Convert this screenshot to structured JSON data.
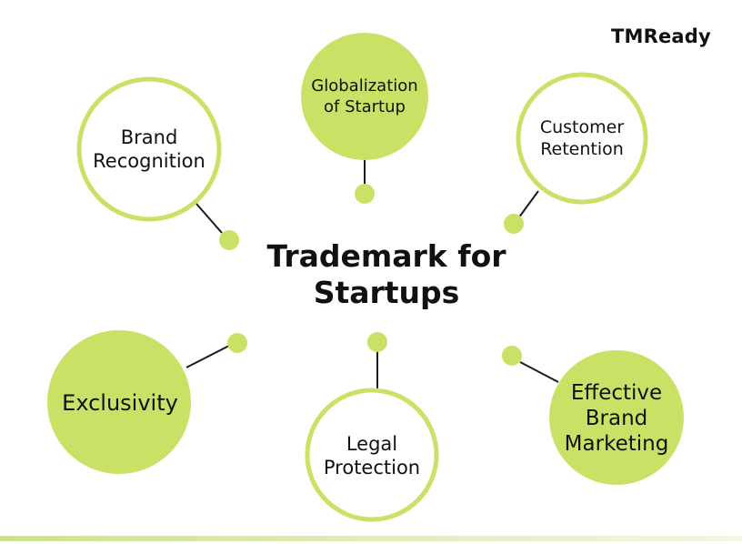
{
  "brand": "TMReady",
  "center": {
    "title_line1": "Trademark for",
    "title_line2": "Startups"
  },
  "colors": {
    "accent": "#c9e265",
    "outline": "#c9e265",
    "connector": "#1a1a1a",
    "text": "#111111"
  },
  "nodes": [
    {
      "id": "brand-recognition",
      "line1": "Brand",
      "line2": "Recognition",
      "style": "outline"
    },
    {
      "id": "globalization",
      "line1": "Globalization",
      "line2": "of Startup",
      "style": "filled"
    },
    {
      "id": "customer-retention",
      "line1": "Customer",
      "line2": "Retention",
      "style": "outline"
    },
    {
      "id": "exclusivity",
      "line1": "Exclusivity",
      "line2": "",
      "style": "filled"
    },
    {
      "id": "legal-protection",
      "line1": "Legal",
      "line2": "Protection",
      "style": "outline"
    },
    {
      "id": "effective-brand-marketing",
      "line1": "Effective",
      "line2": "Brand",
      "line3": "Marketing",
      "style": "filled"
    }
  ]
}
